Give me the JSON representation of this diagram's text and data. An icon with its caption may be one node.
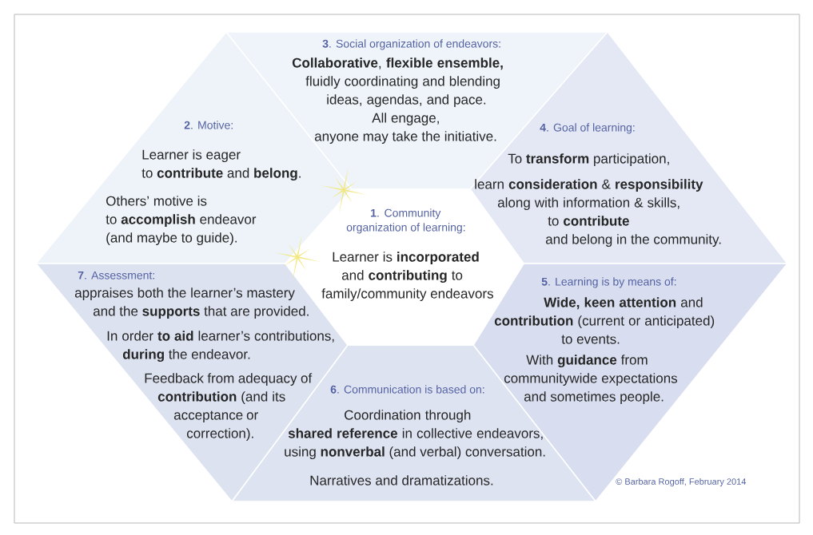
{
  "diagram": {
    "nodes": [
      {
        "text": [
          "**1**. Community organization of learning:",
          "Learner is **incorporated** and **contributing** to family/community endeavors"
        ]
      },
      {
        "text": [
          "**2**. Motive:",
          "Learner is eager to **contribute** and **belong**.",
          "Others’ motive is to **accomplish** endeavor (and maybe to guide)."
        ]
      },
      {
        "text": [
          "**3**. Social organization of endeavors:",
          "**Collaborative**, **flexible ensemble,** fluidly coordinating and blending ideas, agendas, and pace. All engage, anyone may take the initiative."
        ]
      },
      {
        "text": [
          "**4**. Goal of learning:",
          "To **transform** participation,",
          "learn **consideration** & **responsibility** along with information & skills, to **contribute** and belong in the community."
        ]
      },
      {
        "text": [
          "**5**. Learning is by means of:",
          "**Wide, keen attention** and **contribution** (current or anticipated) to events.",
          "With **guidance** from communitywide expectations and sometimes people."
        ]
      },
      {
        "text": [
          "**6**. Communication is based on:",
          "Coordination through **shared reference** in collective endeavors, using **nonverbal** (and verbal) conversation.",
          "Narratives and dramatizations."
        ]
      },
      {
        "text": [
          "**7**. Assessment:",
          "appraises both the learner’s mastery and the **supports** that are provided.",
          "In order **to aid** learner’s contributions, **during** the endeavor.",
          "Feedback from adequacy of **contribution** (and its acceptance or correction)."
        ]
      }
    ],
    "labels": [
      "© Barbara Rogoff, February 2014"
    ]
  }
}
